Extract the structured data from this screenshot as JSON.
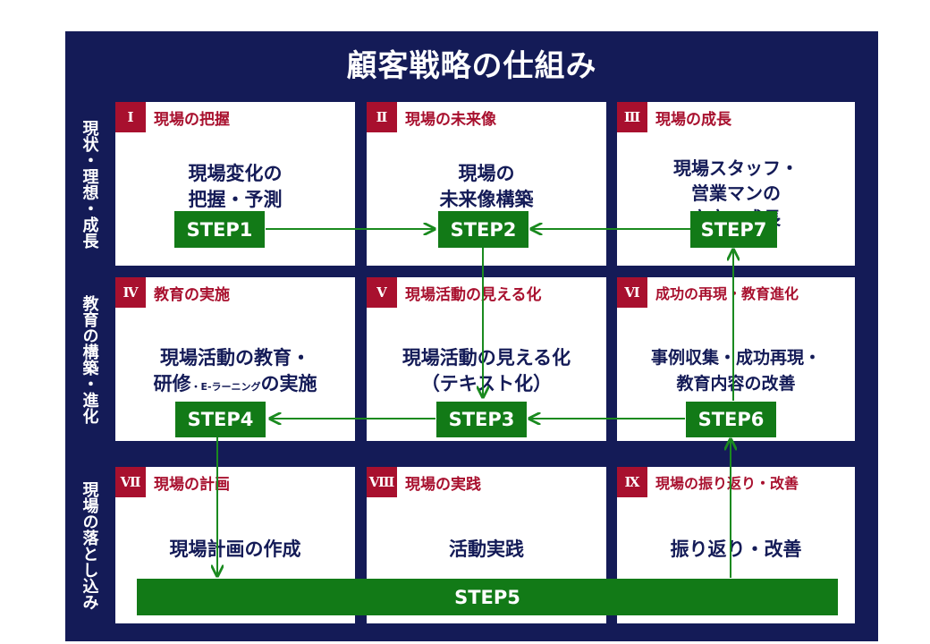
{
  "title": "顧客戦略の仕組み",
  "row_labels": [
    "現状・理想・成長",
    "教育の構築・進化",
    "現場の落とし込み"
  ],
  "cells": [
    {
      "numeral": "Ⅰ",
      "title": "現場の把握",
      "body": [
        "現場変化の",
        "把握・予測"
      ]
    },
    {
      "numeral": "Ⅱ",
      "title": "現場の未来像",
      "body": [
        "現場の",
        "未来像構築"
      ]
    },
    {
      "numeral": "Ⅲ",
      "title": "現場の成長",
      "body": [
        "現場スタッフ・",
        "営業マンの",
        "安定・成長"
      ]
    },
    {
      "numeral": "Ⅳ",
      "title": "教育の実施",
      "body": [
        "現場活動の教育・"
      ],
      "body2_prefix": "研修",
      "body2_small": "・E-ラーニング",
      "body2_suffix": "の実施"
    },
    {
      "numeral": "Ⅴ",
      "title": "現場活動の見える化",
      "body": [
        "現場活動の見える化",
        "（テキスト化）"
      ]
    },
    {
      "numeral": "Ⅵ",
      "title": "成功の再現・教育進化",
      "body": [
        "事例収集・成功再現・",
        "教育内容の改善"
      ]
    },
    {
      "numeral": "Ⅶ",
      "title": "現場の計画",
      "body": [
        "現場計画の作成"
      ]
    },
    {
      "numeral": "Ⅷ",
      "title": "現場の実践",
      "body": [
        "活動実践"
      ]
    },
    {
      "numeral": "Ⅸ",
      "title": "現場の振り返り・改善",
      "body": [
        "振り返り・改善"
      ]
    }
  ],
  "steps": {
    "step1": "STEP1",
    "step2": "STEP2",
    "step3": "STEP3",
    "step4": "STEP4",
    "step5": "STEP5",
    "step6": "STEP6",
    "step7": "STEP7"
  },
  "colors": {
    "frame": "#141b57",
    "accent_red": "#a8102e",
    "step_green": "#127a17",
    "arrow_green": "#1a8a1f"
  }
}
